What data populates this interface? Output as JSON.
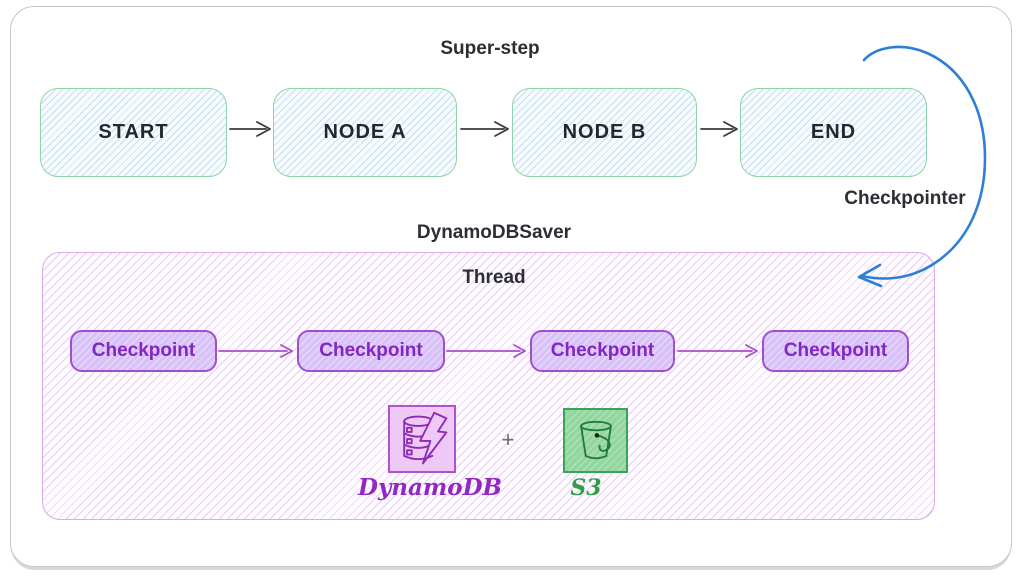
{
  "graph": {
    "title": "Super-step",
    "nodes": [
      {
        "label": "START"
      },
      {
        "label": "NODE A"
      },
      {
        "label": "NODE B"
      },
      {
        "label": "END"
      }
    ]
  },
  "checkpointer": {
    "label": "Checkpointer"
  },
  "saver": {
    "title": "DynamoDBSaver",
    "thread": {
      "title": "Thread",
      "checkpoints": [
        {
          "label": "Checkpoint"
        },
        {
          "label": "Checkpoint"
        },
        {
          "label": "Checkpoint"
        },
        {
          "label": "Checkpoint"
        }
      ]
    },
    "storage": {
      "dynamodb_label": "DynamoDB",
      "plus": "+",
      "s3_label": "S3"
    }
  },
  "icons": [
    "dynamodb-database-icon",
    "s3-bucket-icon",
    "checkpointer-curved-arrow"
  ],
  "colors": {
    "accent_green": "#8fd3a8",
    "hatch_blue": "#c3ddf2",
    "text_dark": "#2b2f33",
    "arrow_dark": "#3a3a3a",
    "arrow_blue": "#2e7ed3",
    "saver_border": "#dcaaec",
    "hatch_purple": "#e6ccf5",
    "checkpoint_fill": "#d9c2f8",
    "checkpoint_border": "#a04ecf",
    "checkpoint_text": "#8326c4",
    "arrow_purple": "#a94fcb",
    "dynamo_fill": "#eec9f7",
    "dynamo_border": "#b052cf",
    "dynamo_ink": "#8d2bb5",
    "dynamo_text": "#9327c4",
    "s3_fill": "#93d6a0",
    "s3_border": "#37a558",
    "s3_ink": "#1e7c3c",
    "s3_text": "#2f9e44",
    "frame_border": "#c6c6ca",
    "plus_color": "#6b6b6b"
  }
}
